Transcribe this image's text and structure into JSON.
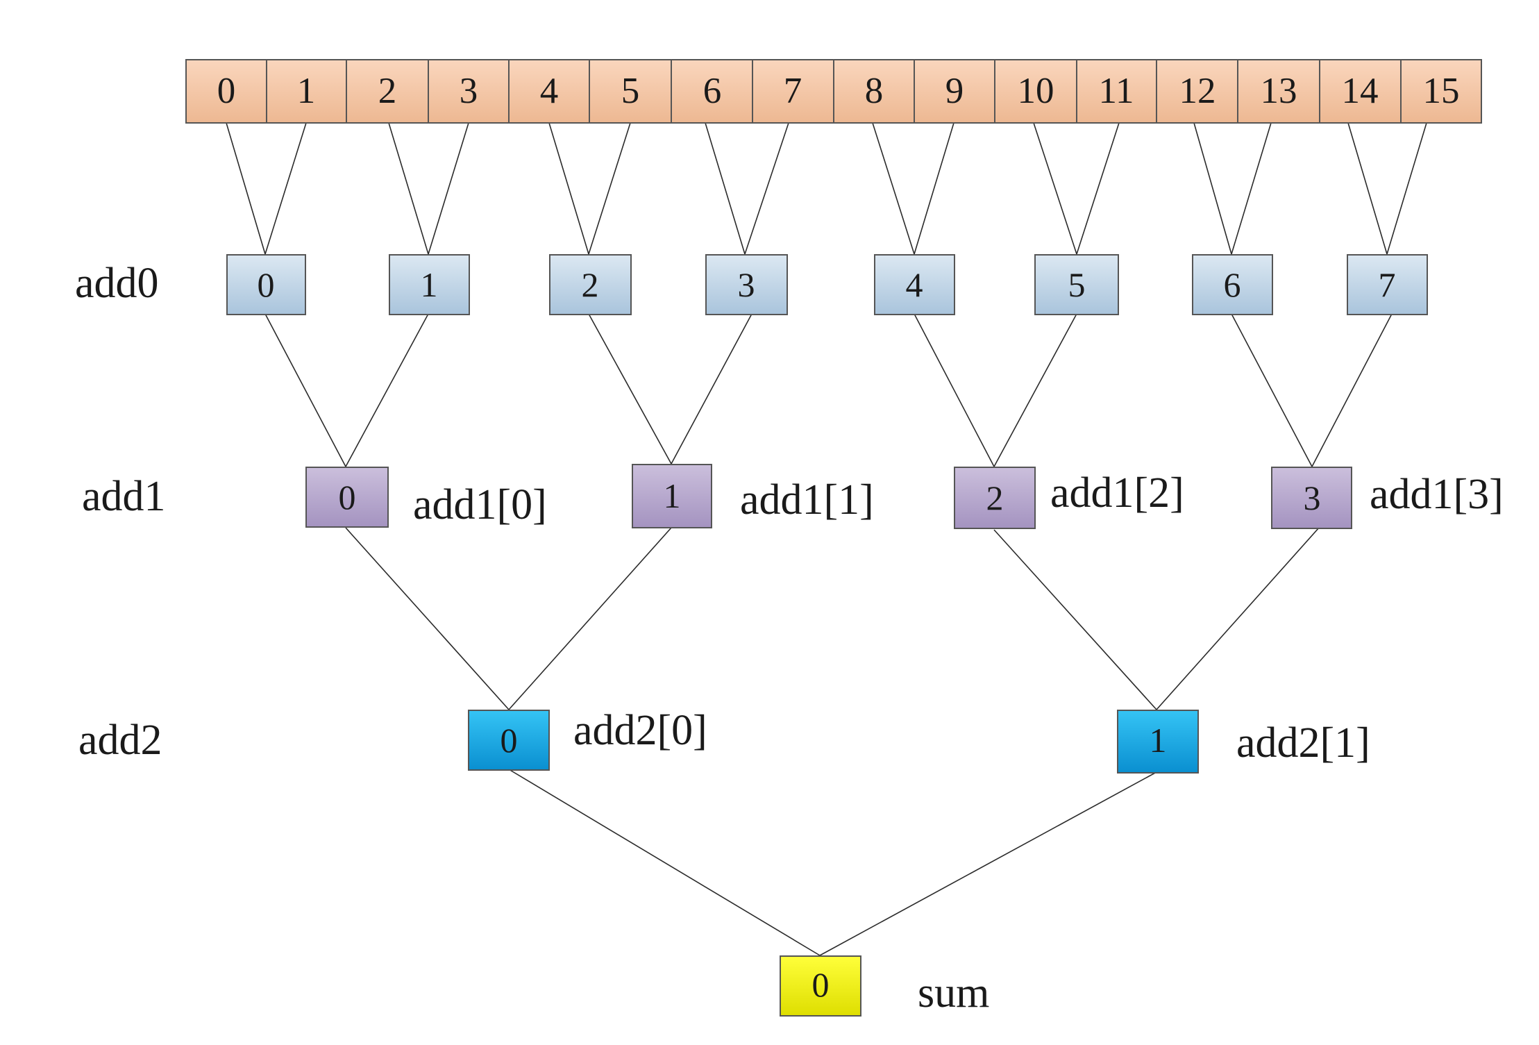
{
  "input_row": [
    "0",
    "1",
    "2",
    "3",
    "4",
    "5",
    "6",
    "7",
    "8",
    "9",
    "10",
    "11",
    "12",
    "13",
    "14",
    "15"
  ],
  "levels": [
    {
      "name": "add0",
      "nodes": [
        "0",
        "1",
        "2",
        "3",
        "4",
        "5",
        "6",
        "7"
      ],
      "labels": []
    },
    {
      "name": "add1",
      "nodes": [
        "0",
        "1",
        "2",
        "3"
      ],
      "labels": [
        "add1[0]",
        "add1[1]",
        "add1[2]",
        "add1[3]"
      ]
    },
    {
      "name": "add2",
      "nodes": [
        "0",
        "1"
      ],
      "labels": [
        "add2[0]",
        "add2[1]"
      ]
    }
  ],
  "sum": {
    "node": "0",
    "label": "sum"
  },
  "colors": {
    "input": [
      "#fad6bd",
      "#edb892"
    ],
    "add0": [
      "#dce8f2",
      "#a9c4dc"
    ],
    "add1": [
      "#cbbfdc",
      "#a493c0"
    ],
    "add2": [
      "#35c4f5",
      "#0a8fd0"
    ],
    "sum": [
      "#ffff3a",
      "#dede00"
    ]
  }
}
